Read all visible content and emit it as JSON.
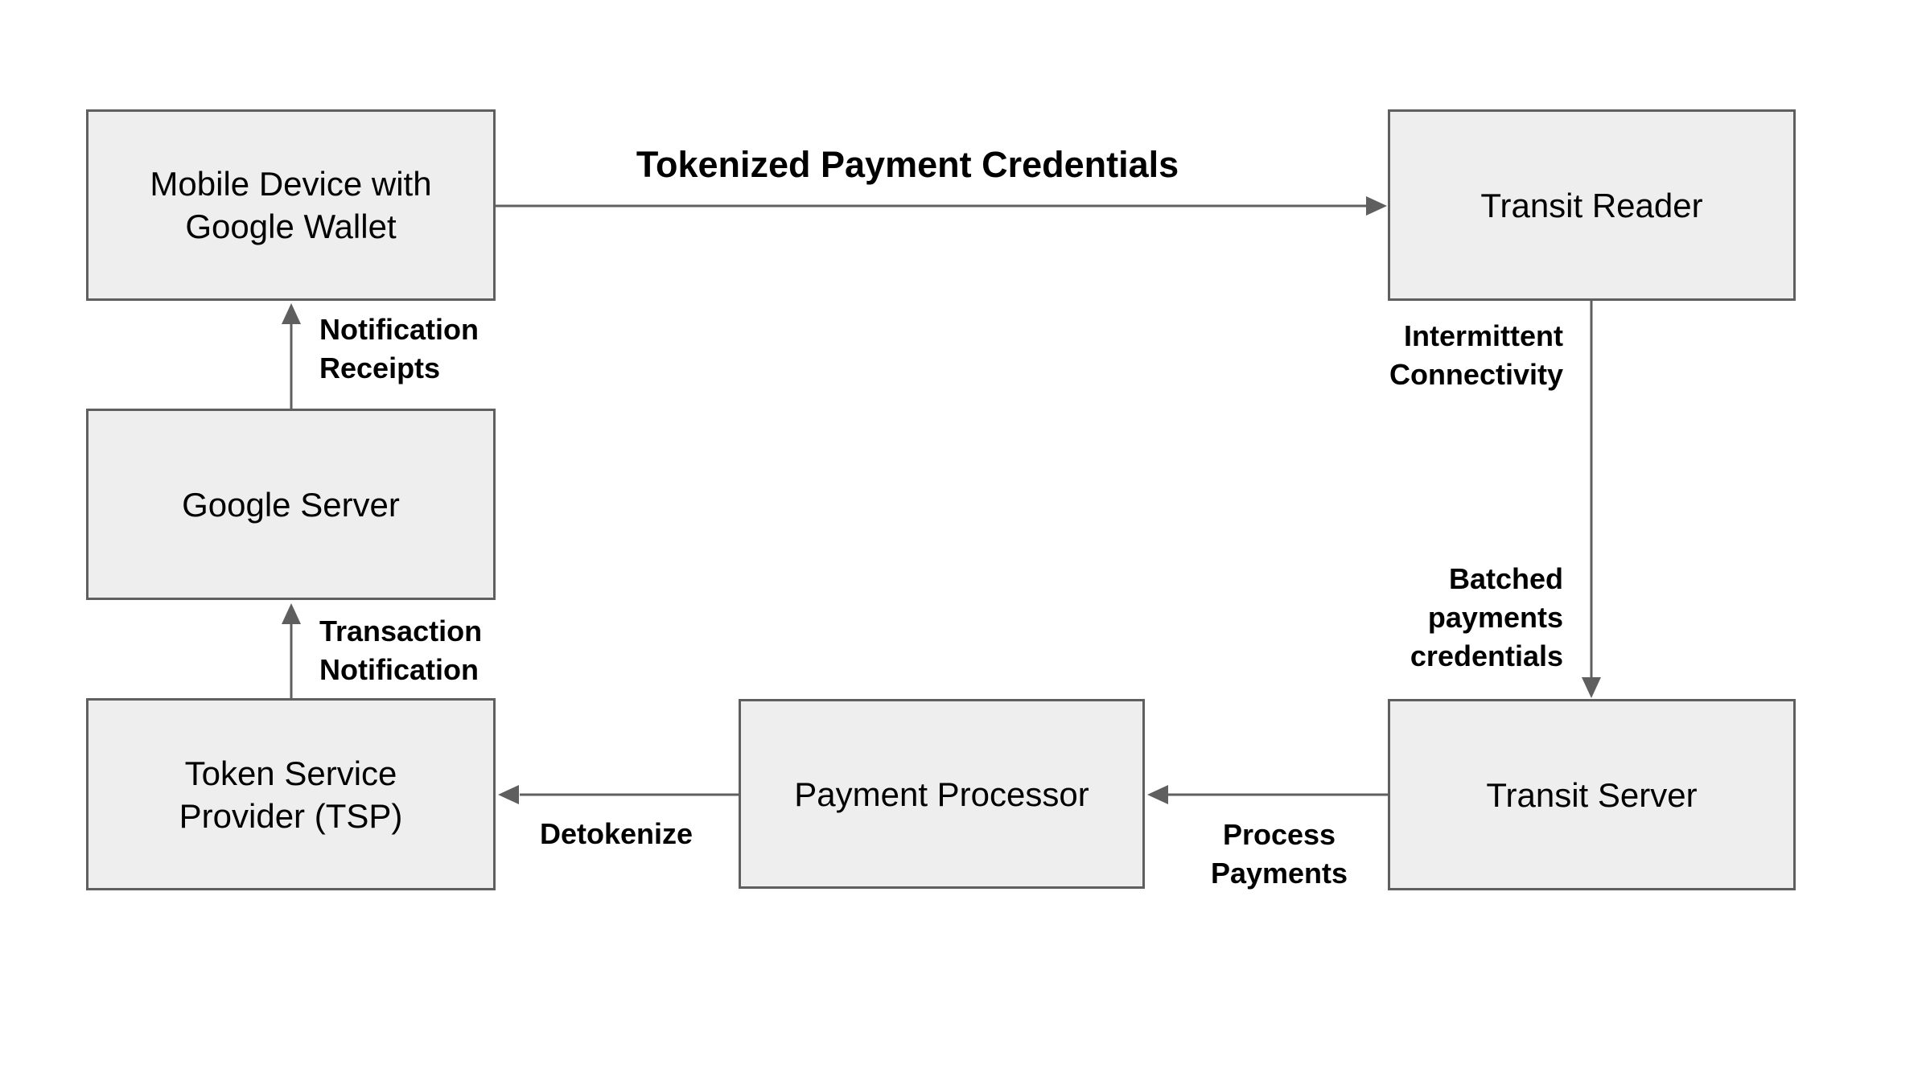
{
  "diagram": {
    "background_color": "#ffffff",
    "box_fill_color": "#eeeeee",
    "box_border_color": "#5f5f5f",
    "arrow_color": "#5f5f5f",
    "text_color": "#000000",
    "nodes": {
      "mobile_device": {
        "label": "Mobile Device with\nGoogle Wallet"
      },
      "transit_reader": {
        "label": "Transit Reader"
      },
      "google_server": {
        "label": "Google Server"
      },
      "tsp": {
        "label": "Token Service\nProvider (TSP)"
      },
      "payment_processor": {
        "label": "Payment Processor"
      },
      "transit_server": {
        "label": "Transit Server"
      }
    },
    "edges": {
      "tokenized_credentials": {
        "label": "Tokenized Payment Credentials"
      },
      "notification_receipts": {
        "label": "Notification\nReceipts"
      },
      "transaction_notification": {
        "label": "Transaction\nNotification"
      },
      "intermittent_connectivity": {
        "label": "Intermittent\nConnectivity"
      },
      "batched_payments": {
        "label": "Batched\npayments\ncredentials"
      },
      "process_payments": {
        "label": "Process\nPayments"
      },
      "detokenize": {
        "label": "Detokenize"
      }
    }
  }
}
